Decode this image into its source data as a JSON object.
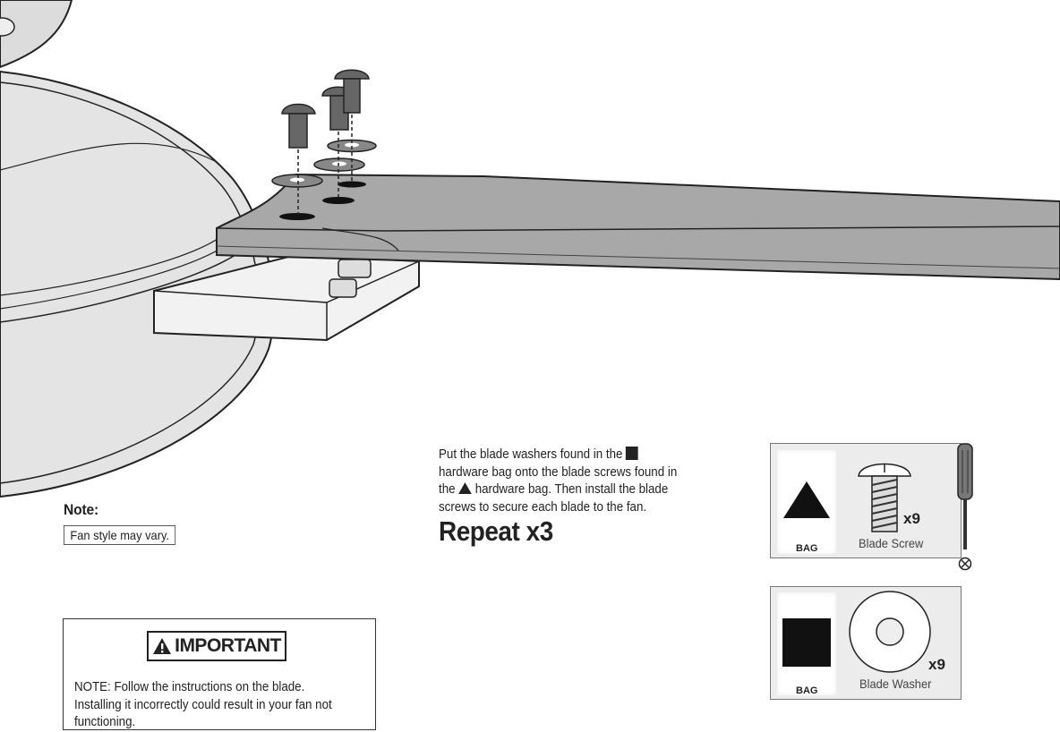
{
  "note": {
    "label": "Note:",
    "text": "Fan style may vary."
  },
  "instruction": {
    "part1": "Put the blade washers found in the",
    "part2": "hardware bag onto the blade screws found in the",
    "part3": "hardware bag. Then install the blade screws to secure each blade to the fan."
  },
  "repeat": "Repeat x3",
  "important": {
    "badge": "IMPORTANT",
    "text": "NOTE: Follow the instructions on the blade. Installing it incorrectly could result in your fan not functioning."
  },
  "hardware": [
    {
      "bag_label": "BAG",
      "bag_symbol": "triangle",
      "name": "Blade Screw",
      "qty": "x9"
    },
    {
      "bag_label": "BAG",
      "bag_symbol": "square",
      "name": "Blade Washer",
      "qty": "x9"
    }
  ],
  "colors": {
    "fan_body": "#e6e6e6",
    "blade": "#a9a9a9",
    "hardware_box": "#ececec",
    "ink": "#222222"
  }
}
